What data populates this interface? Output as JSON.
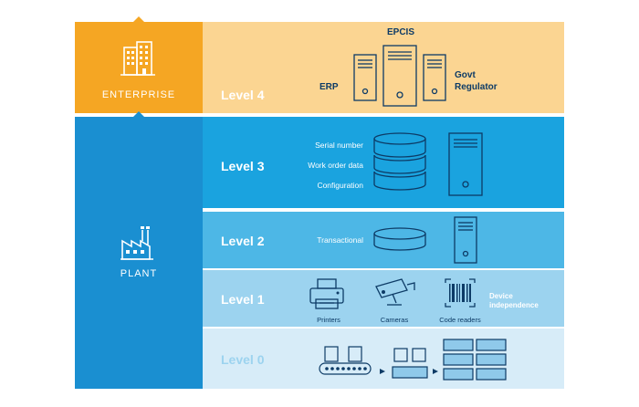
{
  "colors": {
    "enterprise_orange": "#f5a623",
    "level4_band": "#fbd592",
    "plant_blue": "#1a8fd1",
    "level3_band": "#1aa3df",
    "level2_band": "#4db7e6",
    "level1_band": "#9cd3ef",
    "level0_band": "#d7ecf8",
    "dark_text": "#0d3b66"
  },
  "left_column": {
    "enterprise": {
      "label": "ENTERPRISE",
      "icon": "office-building-icon"
    },
    "plant": {
      "label": "PLANT",
      "icon": "factory-icon"
    }
  },
  "levels": {
    "level4": {
      "label": "Level 4",
      "systems": {
        "top": "EPCIS",
        "left": "ERP",
        "right": "Govt Regulator"
      },
      "icon": "server-tower-icon"
    },
    "level3": {
      "label": "Level 3",
      "data_items": [
        "Serial number",
        "Work order data",
        "Configuration"
      ],
      "icons": [
        "database-stack-icon",
        "server-tower-icon"
      ]
    },
    "level2": {
      "label": "Level 2",
      "data_item": "Transactional",
      "icons": [
        "database-disk-icon",
        "server-tower-icon"
      ]
    },
    "level1": {
      "label": "Level 1",
      "devices": [
        "Printers",
        "Cameras",
        "Code readers"
      ],
      "note": "Device independence",
      "icons": [
        "printer-icon",
        "security-camera-icon",
        "barcode-reader-icon"
      ]
    },
    "level0": {
      "label": "Level 0",
      "icons": [
        "conveyor-icon",
        "packaging-icon",
        "pallet-stack-icon"
      ]
    }
  }
}
